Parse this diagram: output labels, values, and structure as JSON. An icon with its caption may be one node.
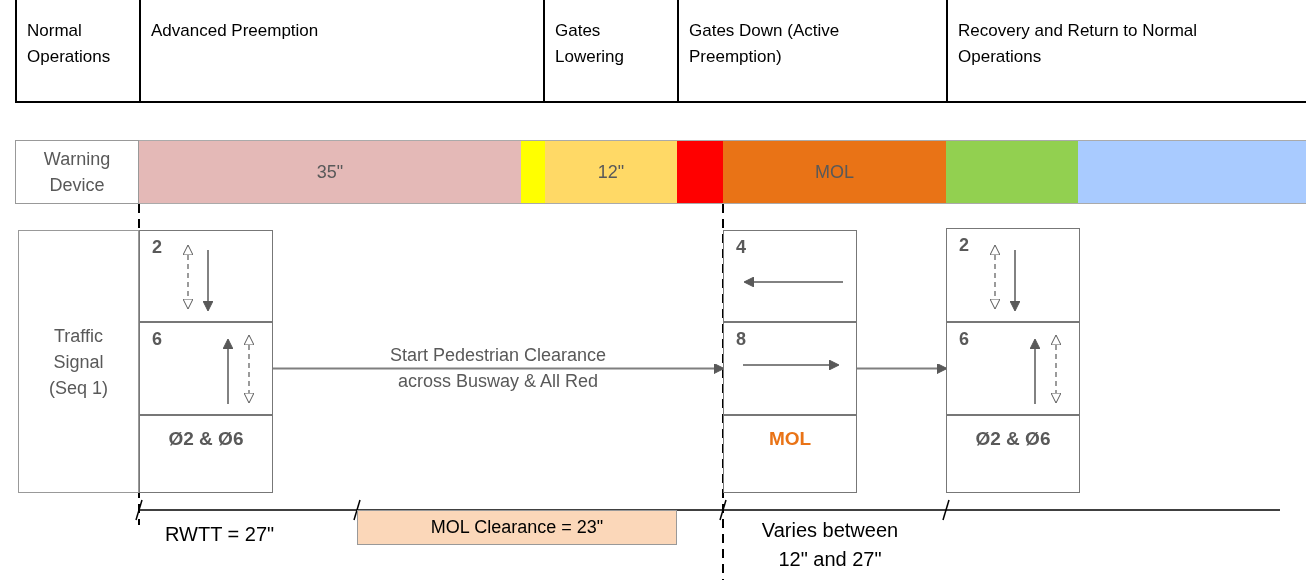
{
  "diagram": {
    "nodes": [
      {
        "text": [
          "Normal Operations"
        ]
      },
      {
        "text": [
          "Advanced Preemption"
        ]
      },
      {
        "text": [
          "Gates Lowering"
        ]
      },
      {
        "text": [
          "Gates Down (Active Preemption)"
        ]
      },
      {
        "text": [
          "Recovery and Return to Normal Operations"
        ]
      },
      {
        "text": [
          "Warning Device"
        ]
      },
      {
        "text": [
          "35\""
        ]
      },
      {
        "text": [],
        "shape": "bar"
      },
      {
        "text": [
          "12\""
        ]
      },
      {
        "text": [],
        "shape": "bar"
      },
      {
        "text": [
          "MOL"
        ]
      },
      {
        "text": [],
        "shape": "bar"
      },
      {
        "text": [],
        "shape": "bar"
      },
      {
        "text": [
          "Traffic Signal (Seq 1)"
        ]
      },
      {
        "text": [
          "2"
        ]
      },
      {
        "text": [
          "6"
        ]
      },
      {
        "text": [
          "Ø2 & Ø6"
        ]
      },
      {
        "text": [
          "4"
        ]
      },
      {
        "text": [
          "8"
        ]
      },
      {
        "text": [
          "MOL"
        ]
      },
      {
        "text": [
          "2"
        ]
      },
      {
        "text": [
          "6"
        ]
      },
      {
        "text": [
          "Ø2 & Ø6"
        ]
      },
      {
        "text": [
          "MOL Clearance = 23\""
        ]
      }
    ],
    "edges": [
      {
        "from": 15,
        "to": 18,
        "arrow": "to",
        "label": "Start Pedestrian Clearance across Busway & All Red"
      },
      {
        "from": 18,
        "to": 21,
        "arrow": "to"
      }
    ],
    "labels": [
      "RWTT = 27\"",
      "Varies between 12\" and 27\""
    ]
  }
}
